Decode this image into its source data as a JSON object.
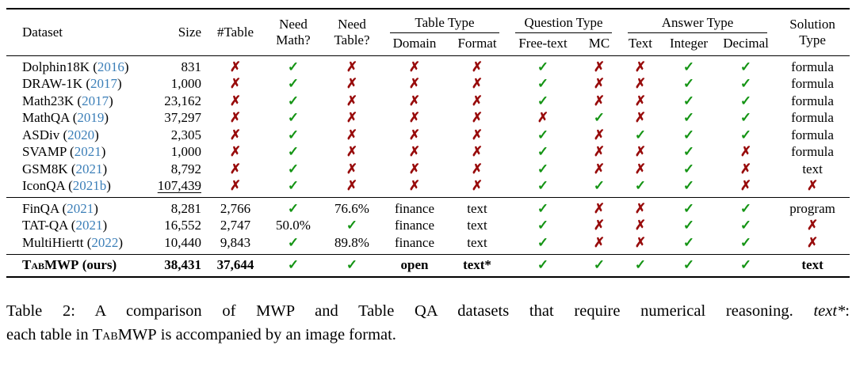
{
  "colors": {
    "check_green": "#149414",
    "cross_red": "#980b0b",
    "citation_blue": "#3c7fb8"
  },
  "icons": {
    "check": "✓",
    "cross": "✗"
  },
  "table": {
    "headers": {
      "dataset": "Dataset",
      "size": "Size",
      "tables": "#Table",
      "need_math": [
        "Need",
        "Math?"
      ],
      "need_table": [
        "Need",
        "Table?"
      ],
      "solution": [
        "Solution",
        "Type"
      ],
      "groups": {
        "table_type": "Table Type",
        "question_type": "Question Type",
        "answer_type": "Answer Type"
      },
      "sub": {
        "domain": "Domain",
        "format": "Format",
        "free_text": "Free-text",
        "mc": "MC",
        "text": "Text",
        "integer": "Integer",
        "decimal": "Decimal"
      }
    },
    "sections": [
      {
        "rows": [
          {
            "name": "Dolphin18K",
            "year": "2016",
            "size": "831",
            "tables": "✗",
            "need_math": "✓",
            "need_table": "✗",
            "domain": "✗",
            "format": "✗",
            "free_text": "✓",
            "mc": "✗",
            "ans_text": "✗",
            "ans_integer": "✓",
            "ans_decimal": "✓",
            "solution": "formula"
          },
          {
            "name": "DRAW-1K",
            "year": "2017",
            "size": "1,000",
            "tables": "✗",
            "need_math": "✓",
            "need_table": "✗",
            "domain": "✗",
            "format": "✗",
            "free_text": "✓",
            "mc": "✗",
            "ans_text": "✗",
            "ans_integer": "✓",
            "ans_decimal": "✓",
            "solution": "formula"
          },
          {
            "name": "Math23K",
            "year": "2017",
            "size": "23,162",
            "tables": "✗",
            "need_math": "✓",
            "need_table": "✗",
            "domain": "✗",
            "format": "✗",
            "free_text": "✓",
            "mc": "✗",
            "ans_text": "✗",
            "ans_integer": "✓",
            "ans_decimal": "✓",
            "solution": "formula"
          },
          {
            "name": "MathQA",
            "year": "2019",
            "size": "37,297",
            "tables": "✗",
            "need_math": "✓",
            "need_table": "✗",
            "domain": "✗",
            "format": "✗",
            "free_text": "✗",
            "mc": "✓",
            "ans_text": "✗",
            "ans_integer": "✓",
            "ans_decimal": "✓",
            "solution": "formula"
          },
          {
            "name": "ASDiv",
            "year": "2020",
            "size": "2,305",
            "tables": "✗",
            "need_math": "✓",
            "need_table": "✗",
            "domain": "✗",
            "format": "✗",
            "free_text": "✓",
            "mc": "✗",
            "ans_text": "✓",
            "ans_integer": "✓",
            "ans_decimal": "✓",
            "solution": "formula"
          },
          {
            "name": "SVAMP",
            "year": "2021",
            "size": "1,000",
            "tables": "✗",
            "need_math": "✓",
            "need_table": "✗",
            "domain": "✗",
            "format": "✗",
            "free_text": "✓",
            "mc": "✗",
            "ans_text": "✗",
            "ans_integer": "✓",
            "ans_decimal": "✗",
            "solution": "formula"
          },
          {
            "name": "GSM8K",
            "year": "2021",
            "size": "8,792",
            "tables": "✗",
            "need_math": "✓",
            "need_table": "✗",
            "domain": "✗",
            "format": "✗",
            "free_text": "✓",
            "mc": "✗",
            "ans_text": "✗",
            "ans_integer": "✓",
            "ans_decimal": "✗",
            "solution": "text"
          },
          {
            "name": "IconQA",
            "year": "2021b",
            "size": "107,439",
            "size_underline": true,
            "tables": "✗",
            "need_math": "✓",
            "need_table": "✗",
            "domain": "✗",
            "format": "✗",
            "free_text": "✓",
            "mc": "✓",
            "ans_text": "✓",
            "ans_integer": "✓",
            "ans_decimal": "✗",
            "solution": "✗"
          }
        ]
      },
      {
        "rows": [
          {
            "name": "FinQA",
            "year": "2021",
            "size": "8,281",
            "tables": "2,766",
            "need_math": "✓",
            "need_table": "76.6%",
            "domain": "finance",
            "format": "text",
            "free_text": "✓",
            "mc": "✗",
            "ans_text": "✗",
            "ans_integer": "✓",
            "ans_decimal": "✓",
            "solution": "program"
          },
          {
            "name": "TAT-QA",
            "year": "2021",
            "size": "16,552",
            "tables": "2,747",
            "need_math": "50.0%",
            "need_table": "✓",
            "domain": "finance",
            "format": "text",
            "free_text": "✓",
            "mc": "✗",
            "ans_text": "✗",
            "ans_integer": "✓",
            "ans_decimal": "✓",
            "solution": "✗"
          },
          {
            "name": "MultiHiertt",
            "year": "2022",
            "size": "10,440",
            "tables": "9,843",
            "need_math": "✓",
            "need_table": "89.8%",
            "domain": "finance",
            "format": "text",
            "free_text": "✓",
            "mc": "✗",
            "ans_text": "✗",
            "ans_integer": "✓",
            "ans_decimal": "✓",
            "solution": "✗"
          }
        ]
      },
      {
        "rows": [
          {
            "name": "TabMWP",
            "smallcaps": true,
            "suffix": " (ours)",
            "bold": true,
            "size": "38,431",
            "tables": "37,644",
            "need_math": "✓",
            "need_table": "✓",
            "domain": "open",
            "format": "text*",
            "free_text": "✓",
            "mc": "✓",
            "ans_text": "✓",
            "ans_integer": "✓",
            "ans_decimal": "✓",
            "solution": "text"
          }
        ]
      }
    ]
  },
  "caption": {
    "line1": [
      {
        "text": "Table 2:  A comparison of MWP and Table QA datasets that require numerical reasoning.  ",
        "style": "normal"
      },
      {
        "text": "text*",
        "style": "italic"
      },
      {
        "text": ":",
        "style": "normal"
      }
    ],
    "line2": [
      {
        "text": "each table in ",
        "style": "normal"
      },
      {
        "text": "TabMWP",
        "style": "smallcaps"
      },
      {
        "text": " is accompanied by an image format.",
        "style": "normal"
      }
    ]
  }
}
